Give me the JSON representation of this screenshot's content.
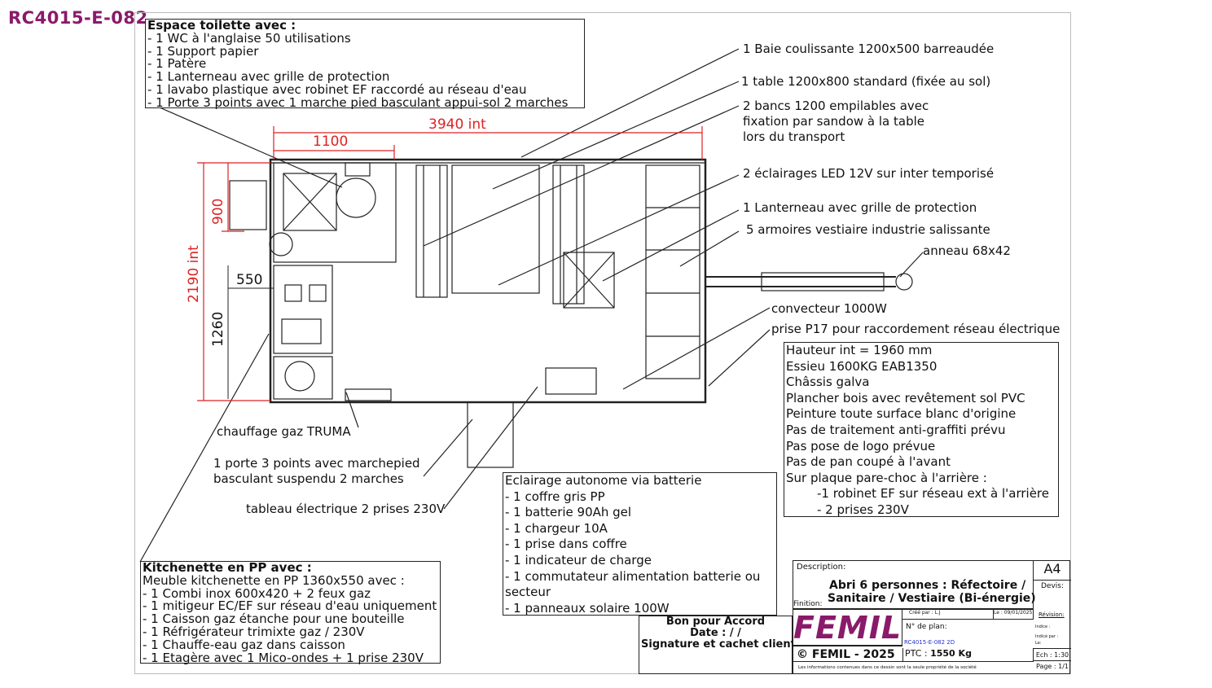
{
  "reference": "RC4015-E-082",
  "toilet_box": {
    "title": "Espace toilette avec :",
    "items": [
      "- 1 WC à l'anglaise 50 utilisations",
      "- 1 Support papier",
      "- 1 Patère",
      "- 1 Lanterneau avec grille de protection",
      "- 1 lavabo plastique avec robinet EF raccordé au réseau d'eau",
      "- 1 Porte 3 points avec 1 marche pied basculant appui-sol 2 marches"
    ]
  },
  "dimensions": {
    "length_int": "3940 int",
    "toilet_length": "1100",
    "width_int": "2190 int",
    "toilet_width": "900",
    "kitchen_depth": "550",
    "kitchen_width": "1260"
  },
  "callouts": {
    "baie": "1 Baie coulissante 1200x500 barreaudée",
    "table": "1 table 1200x800 standard (fixée au sol)",
    "bancs": [
      "2 bancs 1200 empilables  avec",
      "fixation par sandow à la table",
      "lors du transport"
    ],
    "eclairages": "2 éclairages LED 12V sur inter temporisé",
    "lanterneau": "1 Lanterneau avec grille de protection",
    "armoires": "5 armoires vestiaire industrie salissante",
    "anneau": "anneau 68x42",
    "convecteur": "convecteur 1000W",
    "prise": "prise P17 pour raccordement réseau électrique",
    "chauffage": "chauffage gaz TRUMA",
    "porte": [
      "1 porte 3 points avec marchepied",
      "basculant suspendu 2 marches"
    ],
    "tableau": "tableau électrique 2 prises 230V"
  },
  "specs_box": [
    "Hauteur int = 1960 mm",
    "Essieu 1600KG EAB1350",
    "Châssis galva",
    "Plancher bois avec revêtement sol PVC",
    "Peinture toute surface blanc d'origine",
    "Pas de traitement anti-graffiti prévu",
    "Pas pose de logo prévue",
    "Pas de pan coupé à l'avant",
    "Sur plaque pare-choc à l'arrière :",
    "-1 robinet EF sur réseau ext à l'arrière",
    "- 2 prises 230V"
  ],
  "battery_box": [
    "Eclairage autonome via batterie",
    "- 1 coffre gris PP",
    "- 1 batterie 90Ah gel",
    "- 1 chargeur 10A",
    "- 1 prise dans coffre",
    "- 1 indicateur de charge",
    "- 1 commutateur alimentation batterie ou",
    "secteur",
    "- 1 panneaux solaire 100W"
  ],
  "kitchen_box": {
    "title": "Kitchenette en PP avec :",
    "items": [
      "Meuble kitchenette en  PP 1360x550 avec :",
      "- 1 Combi inox 600x420 + 2 feux gaz",
      "- 1 mitigeur EC/EF sur réseau d'eau uniquement",
      "- 1 Caisson gaz étanche pour une bouteille",
      "- 1 Réfrigérateur trimixte gaz / 230V",
      "- 1 Chauffe-eau gaz dans caisson",
      "- 1 Etagère avec 1 Mico-ondes + 1 prise 230V"
    ]
  },
  "accord_box": [
    "Bon pour Accord",
    "Date :    /    /",
    "Signature et cachet client"
  ],
  "title_block": {
    "description_label": "Description:",
    "description": [
      "Abri 6 personnes  : Réfectoire  /",
      "Sanitaire / Vestiaire (Bi-énergie)"
    ],
    "finition_label": "Finition:",
    "format": "A4",
    "devis_label": "Devis:",
    "logo": "FEMIL",
    "cree_par": "Créé par : L.J",
    "date": "Le : 09/01/2025",
    "revision_label": "Révision:",
    "indice": "Indice :",
    "indice_par": "Indicé par :",
    "le": "Le:",
    "plan_label": "N° de plan:",
    "plan_number": "RC4015-E-082 2D",
    "copyright": "© FEMIL - 2025",
    "ptc_label": "PTC : ",
    "ptc_value": "1550 Kg",
    "scale": "Ech : 1:30",
    "page": "Page : 1/1",
    "notice": "Les informations contenues dans ce dessin sont la seule propriété de la société"
  },
  "colors": {
    "reference": "#8a1a6a",
    "logo": "#8a1a6a",
    "dimension": "#dd2222",
    "plan_number": "#2233cc"
  }
}
